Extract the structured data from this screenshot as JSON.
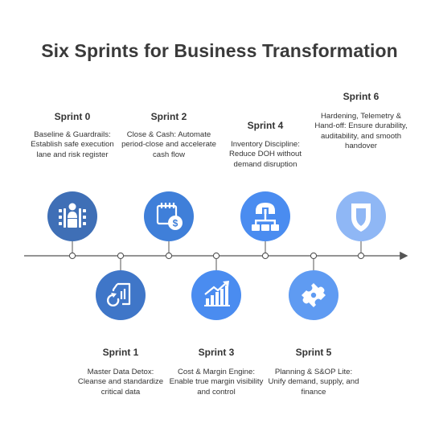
{
  "title": "Six Sprints for Business Transformation",
  "colors": {
    "axis": "#555555",
    "sprint0": "#3f6fb6",
    "sprint1": "#3f76c8",
    "sprint2": "#3f7fd9",
    "sprint3": "#4a8cf0",
    "sprint4": "#4a8cf0",
    "sprint5": "#5f9bf2",
    "sprint6": "#8fb7f5"
  },
  "sprints": [
    {
      "name": "Sprint 0",
      "desc": "Baseline & Guardrails: Establish safe execution lane and risk register",
      "icon": "meeting-table-icon"
    },
    {
      "name": "Sprint 1",
      "desc": "Master Data Detox: Cleanse and standardize critical data",
      "icon": "data-refresh-icon"
    },
    {
      "name": "Sprint 2",
      "desc": "Close & Cash: Automate period-close and accelerate cash flow",
      "icon": "calendar-dollar-icon"
    },
    {
      "name": "Sprint 3",
      "desc": "Cost & Margin Engine: Enable true margin visibility and control",
      "icon": "bar-chart-growth-icon"
    },
    {
      "name": "Sprint 4",
      "desc": "Inventory Discipline: Reduce DOH without demand disruption",
      "icon": "warehouse-network-icon"
    },
    {
      "name": "Sprint 5",
      "desc": "Planning & S&OP Lite: Unify demand, supply, and finance",
      "icon": "puzzle-icon"
    },
    {
      "name": "Sprint 6",
      "desc": "Hardening, Telemetry & Hand-off: Ensure durability, auditability, and smooth handover",
      "icon": "shield-icon"
    }
  ]
}
